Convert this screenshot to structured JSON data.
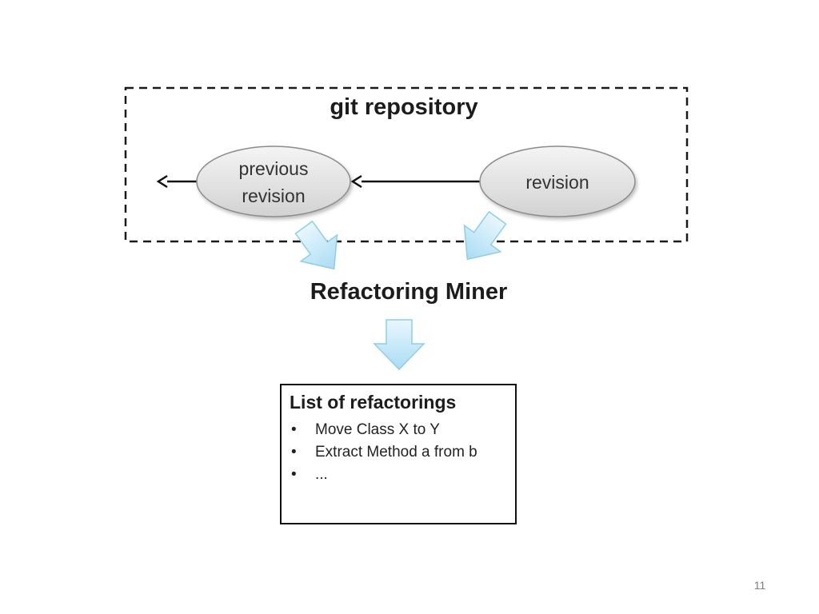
{
  "repository": {
    "title": "git repository",
    "previous_revision_label": [
      "previous",
      "revision"
    ],
    "revision_label": "revision"
  },
  "engine_label": "Refactoring Miner",
  "output": {
    "title": "List of refactorings",
    "items": [
      "Move Class X to Y",
      "Extract Method a from b",
      "..."
    ]
  },
  "page_number": "11",
  "colors": {
    "ellipse_fill": "#e4e4e4",
    "ellipse_stroke": "#8c8c8c",
    "arrow_fill": "#bfe6f7",
    "arrow_stroke": "#8ccfe8",
    "container_border": "#1a1a1a",
    "page_number_color": "#7f7f7f"
  }
}
